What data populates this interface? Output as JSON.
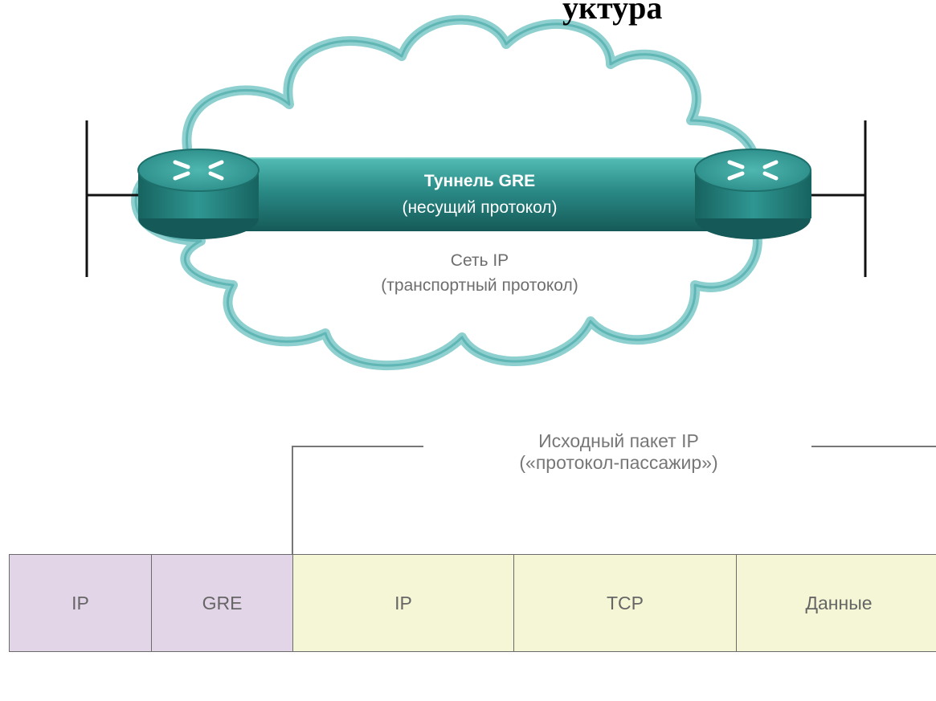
{
  "header_fragment": "уктура",
  "tunnel": {
    "title": "Туннель GRE",
    "subtitle": "(несущий протокол)"
  },
  "network": {
    "title": "Сеть IP",
    "subtitle": "(транспортный протокол)"
  },
  "passenger": {
    "title": "Исходный пакет IP",
    "subtitle": "(«протокол-пассажир»)"
  },
  "packet_fields": [
    {
      "label": "IP",
      "color": "#e3d5e8"
    },
    {
      "label": "GRE",
      "color": "#e3d5e8"
    },
    {
      "label": "IP",
      "color": "#f5f6d5"
    },
    {
      "label": "TCP",
      "color": "#f5f6d5"
    },
    {
      "label": "Данные",
      "color": "#f5f6d5"
    }
  ],
  "colors": {
    "teal": "#2a8a86",
    "teal_dark": "#1a6562",
    "cloud": "#8ecfcf"
  }
}
